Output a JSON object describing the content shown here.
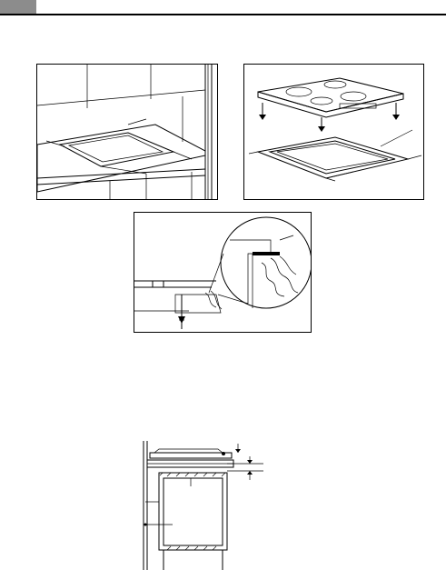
{
  "page": {
    "header_tab_color": "#8c8c8c",
    "rule_color": "#000000"
  },
  "figures": [
    {
      "id": "cutout-in-worktop",
      "icon": "worktop-cutout-drawing"
    },
    {
      "id": "hob-onto-seal",
      "icon": "hob-placement-drawing"
    },
    {
      "id": "seal-detail",
      "icon": "seal-fixing-detail-drawing"
    },
    {
      "id": "cabinet-section",
      "icon": "cabinet-installation-section-drawing"
    }
  ]
}
